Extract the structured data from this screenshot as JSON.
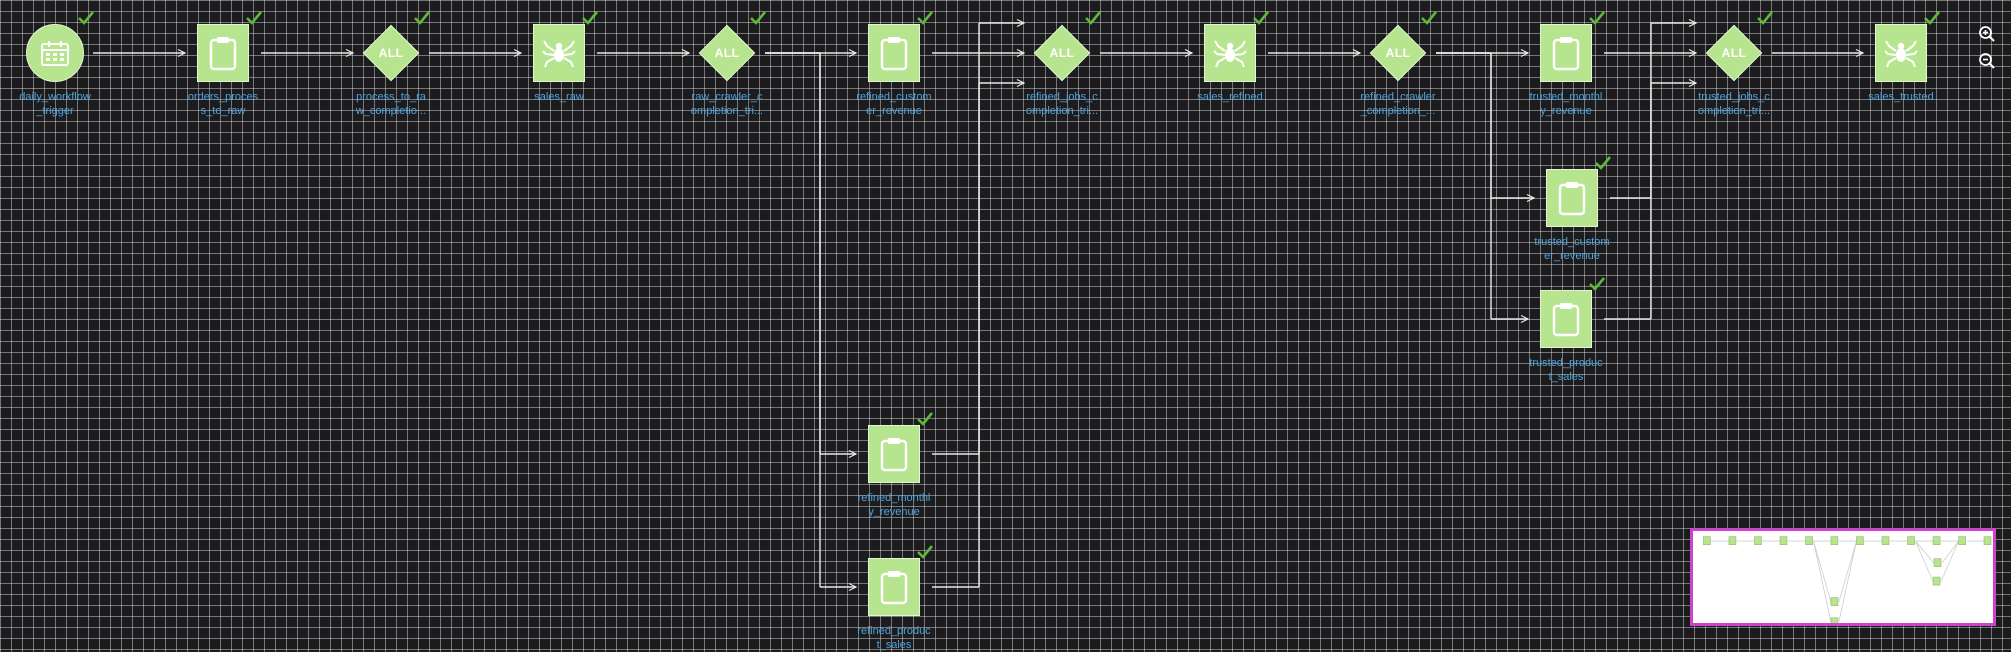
{
  "graph": {
    "nodes": [
      {
        "id": "n1",
        "type": "trigger",
        "icon": "calendar-icon",
        "label": "daily_workflow\n_trigger",
        "status": "succeeded"
      },
      {
        "id": "n2",
        "type": "job",
        "icon": "clipboard-icon",
        "label": "orders_proces\ns_to_raw",
        "status": "succeeded"
      },
      {
        "id": "n3",
        "type": "gate",
        "gate_text": "ALL",
        "label": "process_to_ra\nw_completio...",
        "status": "succeeded"
      },
      {
        "id": "n4",
        "type": "crawler",
        "icon": "spider-icon",
        "label": "sales_raw",
        "status": "succeeded"
      },
      {
        "id": "n5",
        "type": "gate",
        "gate_text": "ALL",
        "label": "raw_crawler_c\nompletion_tri...",
        "status": "succeeded"
      },
      {
        "id": "n6",
        "type": "job",
        "icon": "clipboard-icon",
        "label": "refined_custom\ner_revenue",
        "status": "succeeded"
      },
      {
        "id": "n7",
        "type": "job",
        "icon": "clipboard-icon",
        "label": "refined_monthl\ny_revenue",
        "status": "succeeded"
      },
      {
        "id": "n8",
        "type": "job",
        "icon": "clipboard-icon",
        "label": "refined_produc\nt_sales",
        "status": "succeeded"
      },
      {
        "id": "n9",
        "type": "gate",
        "gate_text": "ALL",
        "label": "refined_jobs_c\nompletion_tri...",
        "status": "succeeded"
      },
      {
        "id": "n10",
        "type": "crawler",
        "icon": "spider-icon",
        "label": "sales_refined",
        "status": "succeeded"
      },
      {
        "id": "n11",
        "type": "gate",
        "gate_text": "ALL",
        "label": "refined_crawler\n_completion_...",
        "status": "succeeded"
      },
      {
        "id": "n12",
        "type": "job",
        "icon": "clipboard-icon",
        "label": "trusted_monthl\ny_revenue",
        "status": "succeeded"
      },
      {
        "id": "n13",
        "type": "job",
        "icon": "clipboard-icon",
        "label": "trusted_custom\ner_revenue",
        "status": "succeeded"
      },
      {
        "id": "n14",
        "type": "job",
        "icon": "clipboard-icon",
        "label": "trusted_produc\nt_sales",
        "status": "succeeded"
      },
      {
        "id": "n15",
        "type": "gate",
        "gate_text": "ALL",
        "label": "trusted_jobs_c\nompletion_tri...",
        "status": "succeeded"
      },
      {
        "id": "n16",
        "type": "crawler",
        "icon": "spider-icon",
        "label": "sales_trusted",
        "status": "succeeded"
      }
    ],
    "edges": [
      [
        "n1",
        "n2"
      ],
      [
        "n2",
        "n3"
      ],
      [
        "n3",
        "n4"
      ],
      [
        "n4",
        "n5"
      ],
      [
        "n5",
        "n6"
      ],
      [
        "n5",
        "n7"
      ],
      [
        "n5",
        "n8"
      ],
      [
        "n6",
        "n9"
      ],
      [
        "n7",
        "n9"
      ],
      [
        "n8",
        "n9"
      ],
      [
        "n9",
        "n10"
      ],
      [
        "n10",
        "n11"
      ],
      [
        "n11",
        "n12"
      ],
      [
        "n11",
        "n13"
      ],
      [
        "n11",
        "n14"
      ],
      [
        "n12",
        "n15"
      ],
      [
        "n13",
        "n15"
      ],
      [
        "n14",
        "n15"
      ],
      [
        "n15",
        "n16"
      ]
    ]
  },
  "controls": {
    "zoom_in": "zoom-in-icon",
    "zoom_out": "zoom-out-icon"
  },
  "colors": {
    "node_fill": "#b7e48f",
    "node_border": "#e4f6cf",
    "label": "#4fa3db",
    "check": "#5fb93a",
    "edge": "#e8e8e8",
    "minimap_border": "#cc44cc",
    "canvas": "#1c1c1f"
  }
}
